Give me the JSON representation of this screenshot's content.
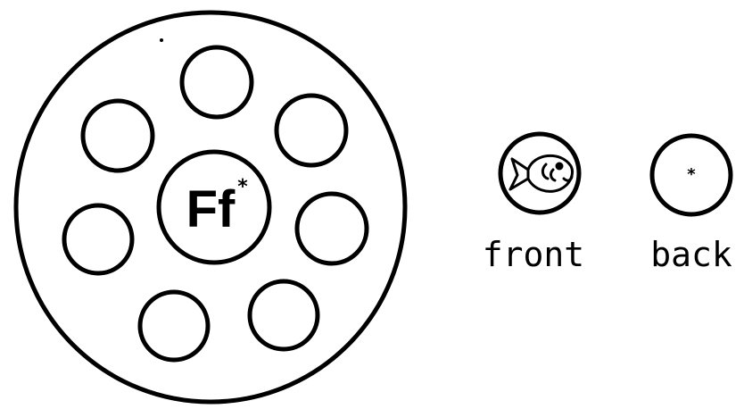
{
  "colors": {
    "ink": "#000000",
    "paper": "#ffffff"
  },
  "wheel": {
    "center_text": "Ff",
    "center_mark": "*",
    "empty_slot_count": 7
  },
  "tokens": [
    {
      "label": "front",
      "icon": "fish-icon"
    },
    {
      "label": "back",
      "mark": "*"
    }
  ]
}
